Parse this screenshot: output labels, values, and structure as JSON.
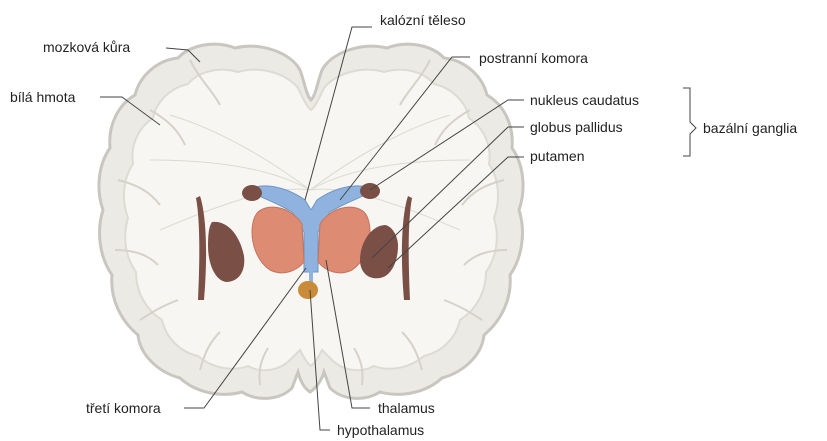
{
  "labels": {
    "mozkova_kura": "mozková kůra",
    "bila_hmota": "bílá hmota",
    "kalozni_teleso": "kalózní těleso",
    "postranni_komora": "postranní komora",
    "nukleus_caudatus": "nukleus caudatus",
    "globus_pallidus": "globus pallidus",
    "putamen": "putamen",
    "bazalni_ganglia": "bazální ganglia",
    "treti_komora": "třetí komora",
    "thalamus": "thalamus",
    "hypothalamus": "hypothalamus"
  },
  "colors": {
    "cortex_outline": "#c9c6bf",
    "white_matter": "#f7f6f2",
    "ventricle": "#8fb3de",
    "thalamus": "#dd8b73",
    "basal_ganglia": "#7a4f46",
    "hypothalamus": "#c98a3a",
    "leader_line": "#444444",
    "text": "#222222"
  }
}
